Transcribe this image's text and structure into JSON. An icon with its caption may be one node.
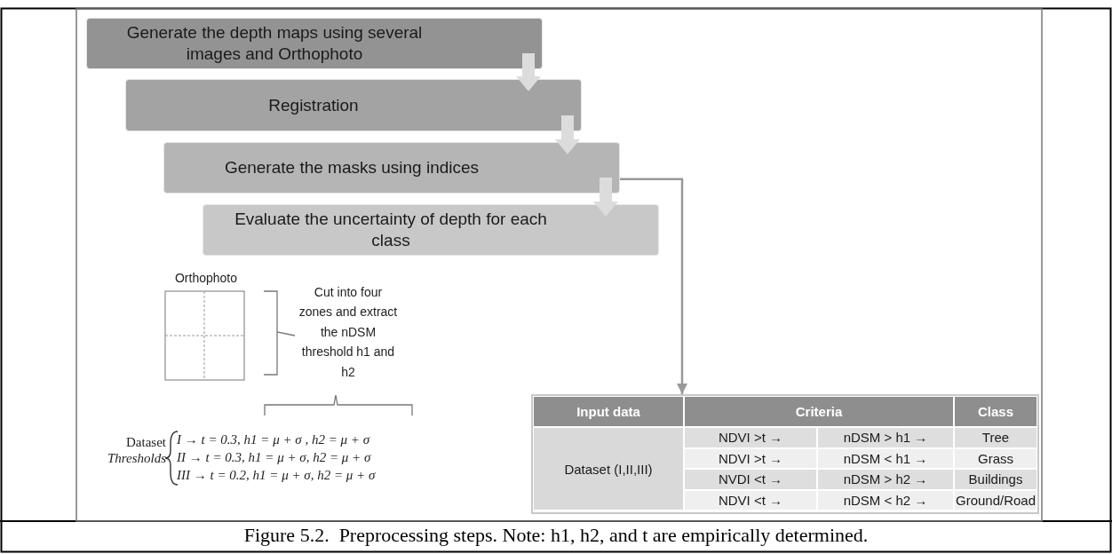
{
  "diagram": {
    "caption": "Figure 5.2.  Preprocessing steps. Note: h1, h2, and t are empirically determined.",
    "nodes": [
      {
        "text": [
          "Generate the depth maps using several images and Orthophoto"
        ]
      },
      {
        "text": [
          "Registration"
        ]
      },
      {
        "text": [
          "Generate the masks using indices"
        ]
      },
      {
        "text": [
          "Evaluate the uncertainty of depth for each class"
        ]
      },
      {
        "text": [],
        "shape": "box"
      }
    ],
    "edges": [
      {
        "from": 0,
        "to": 1,
        "arrow": "to"
      },
      {
        "from": 1,
        "to": 2,
        "arrow": "to"
      },
      {
        "from": 2,
        "to": 3,
        "arrow": "to"
      },
      {
        "from": 2,
        "to": 4,
        "arrow": "to",
        "color": "#999999"
      }
    ],
    "labels": [
      "Orthophoto",
      "Cut into four zones and extract the nDSM threshold h1 and h2",
      "Dataset",
      "Thresholds",
      "I → t = 0.3, h1 = μ + σ , h2 = μ + σ",
      "II → t = 0.3, h1 = μ + σ, h2 = μ + σ",
      "III → t = 0.2, h1 = μ + σ, h2 = μ + σ",
      "Input data",
      "Criteria",
      "Class",
      "Dataset (I,II,III)",
      "NDVI >t →",
      "nDSM > h1 →",
      "Tree",
      "NDVI >t →",
      "nDSM < h1 →",
      "Grass",
      "NVDI <t →",
      "nDSM > h2 →",
      "Buildings",
      "NDVI <t →",
      "nDSM < h2 →",
      "Ground/Road"
    ]
  }
}
